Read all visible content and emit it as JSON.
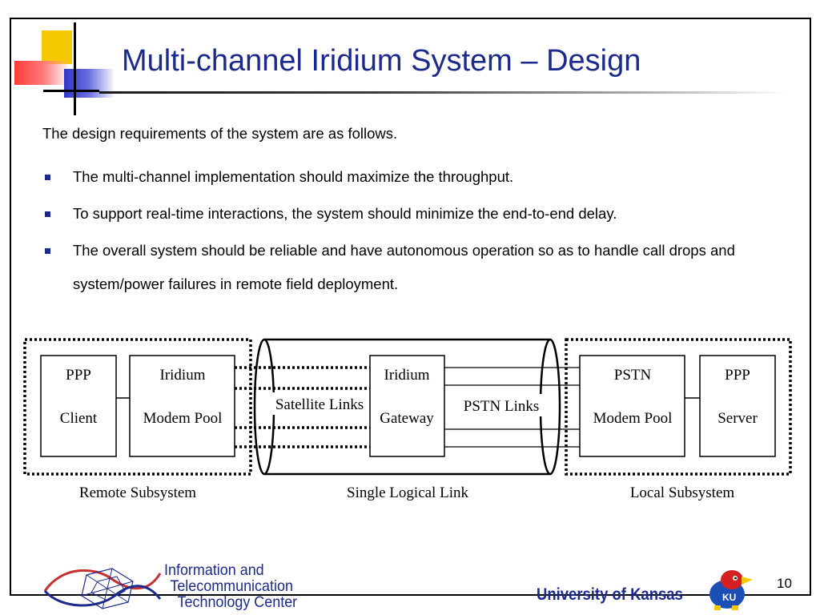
{
  "slide": {
    "title": "Multi-channel Iridium System – Design",
    "intro": "The design requirements of the system are as follows.",
    "bullets": [
      "The multi-channel implementation should maximize the throughput.",
      "To support real-time interactions, the system should minimize the end-to-end delay.",
      "The overall system should be reliable and have autonomous operation so as to handle call drops and system/power failures in remote field deployment."
    ],
    "page_number": "10",
    "accent_color": "#1c2a8c",
    "bullet_color": "#1c2a8c"
  },
  "diagram": {
    "boxes": {
      "ppp_client": [
        "PPP",
        "Client"
      ],
      "iridium_modem_pool": [
        "Iridium",
        "Modem Pool"
      ],
      "iridium_gateway": [
        "Iridium",
        "Gateway"
      ],
      "pstn_modem_pool": [
        "PSTN",
        "Modem Pool"
      ],
      "ppp_server": [
        "PPP",
        "Server"
      ]
    },
    "link_labels": {
      "satellite": "Satellite Links",
      "pstn": "PSTN Links"
    },
    "group_labels": {
      "remote": "Remote Subsystem",
      "logical": "Single Logical Link",
      "local": "Local Subsystem"
    }
  },
  "footer": {
    "ittc_lines": [
      "Information and",
      "Telecommunication",
      "Technology Center"
    ],
    "university": "University of Kansas",
    "ku_badge": "KU"
  }
}
